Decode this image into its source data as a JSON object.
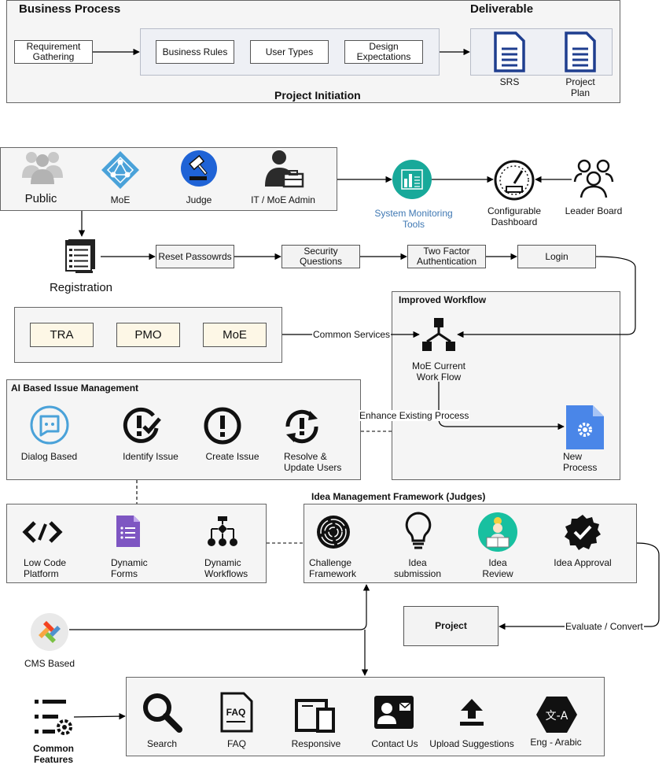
{
  "business_process": {
    "title": "Business Process",
    "deliverable_title": "Deliverable",
    "footer": "Project Initiation",
    "requirement": "Requirement\nGathering",
    "rules": "Business Rules",
    "user_types": "User Types",
    "design": "Design\nExpectations",
    "srs": "SRS",
    "project_plan": "Project\nPlan"
  },
  "users": {
    "public": "Public",
    "moe": "MoE",
    "judge": "Judge",
    "it_admin": "IT / MoE Admin"
  },
  "monitoring": {
    "system_tools": "System Monitoring\nTools",
    "dashboard": "Configurable\nDashboard",
    "leader_board": "Leader Board"
  },
  "registration": {
    "label": "Registration",
    "reset": "Reset Passowrds",
    "security": "Security\nQuestions",
    "two_factor": "Two Factor\nAuthentication",
    "login": "Login"
  },
  "services": {
    "tra": "TRA",
    "pmo": "PMO",
    "moe": "MoE",
    "common": "Common Services"
  },
  "workflow": {
    "title": "Improved Workflow",
    "current": "MoE Current\nWork Flow",
    "new_process": "New\nProcess",
    "enhance": "Enhance  Existing Process"
  },
  "ai": {
    "title": "AI Based Issue Management",
    "dialog": "Dialog Based",
    "identify": "Identify Issue",
    "create": "Create Issue",
    "resolve": "Resolve &\nUpdate Users"
  },
  "lowcode": {
    "platform": "Low Code\nPlatform",
    "forms": "Dynamic\nForms",
    "workflows": "Dynamic\nWorkflows"
  },
  "ideas": {
    "title": "Idea Management Framework (Judges)",
    "challenge": "Challenge\nFramework",
    "submission": "Idea\nsubmission",
    "review": "Idea\nReview",
    "approval": "Idea Approval",
    "project": "Project",
    "evaluate": "Evaluate / Convert"
  },
  "common": {
    "cms": "CMS Based",
    "features": "Common\nFeatures",
    "search": "Search",
    "faq": "FAQ",
    "faq_icon_text": "FAQ",
    "responsive": "Responsive",
    "contact": "Contact Us",
    "upload": "Upload Suggestions",
    "lang": "Eng - Arabic",
    "lang_icon_text": "文-A"
  },
  "colors": {
    "doc_blue": "#1f3e8f",
    "link_blue": "#3f78b3",
    "teal": "#18a99a",
    "judge_blue": "#1f63d6",
    "moe_blue": "#4aa2d9",
    "new_process_blue": "#4a86e8"
  }
}
